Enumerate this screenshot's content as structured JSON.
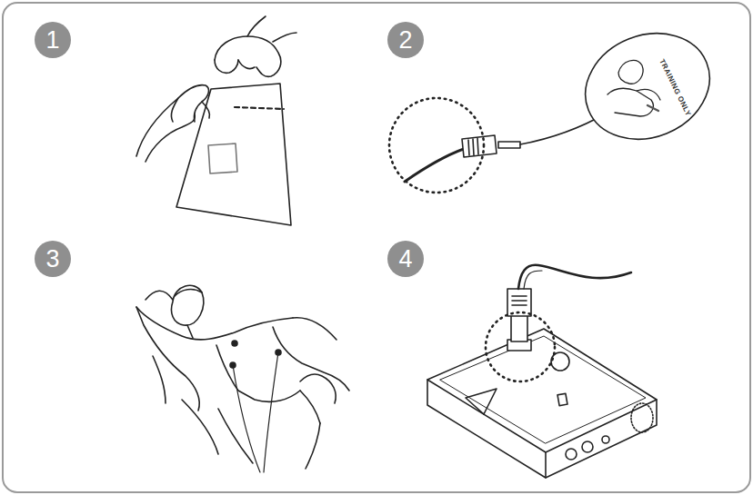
{
  "diagram": {
    "nodes": [
      {
        "text": [
          "1"
        ]
      },
      {
        "text": [
          "2"
        ]
      },
      {
        "text": [
          "3"
        ]
      },
      {
        "text": [
          "4"
        ]
      }
    ],
    "labels": [
      "TRAINING ONLY"
    ]
  }
}
